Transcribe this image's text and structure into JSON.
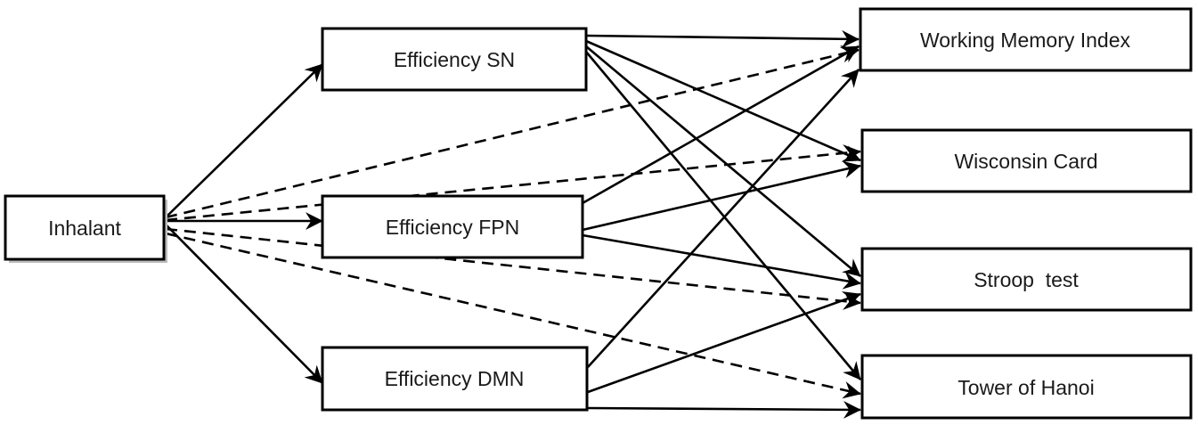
{
  "diagram": {
    "nodes": {
      "inhalant": "Inhalant",
      "sn": "Efficiency SN",
      "fpn": "Efficiency FPN",
      "dmn": "Efficiency DMN",
      "wmi": "Working Memory Index",
      "wcst": "Wisconsin Card",
      "stroop": "Stroop  test",
      "hanoi": "Tower of Hanoi"
    },
    "edges": [
      {
        "from": "inhalant",
        "to": "sn",
        "style": "solid"
      },
      {
        "from": "inhalant",
        "to": "fpn",
        "style": "solid"
      },
      {
        "from": "inhalant",
        "to": "dmn",
        "style": "solid"
      },
      {
        "from": "inhalant",
        "to": "wmi",
        "style": "dashed"
      },
      {
        "from": "inhalant",
        "to": "wcst",
        "style": "dashed"
      },
      {
        "from": "inhalant",
        "to": "stroop",
        "style": "dashed"
      },
      {
        "from": "inhalant",
        "to": "hanoi",
        "style": "dashed"
      },
      {
        "from": "sn",
        "to": "wmi",
        "style": "solid"
      },
      {
        "from": "sn",
        "to": "wcst",
        "style": "solid"
      },
      {
        "from": "sn",
        "to": "stroop",
        "style": "solid"
      },
      {
        "from": "sn",
        "to": "hanoi",
        "style": "solid"
      },
      {
        "from": "fpn",
        "to": "wmi",
        "style": "solid"
      },
      {
        "from": "fpn",
        "to": "wcst",
        "style": "solid"
      },
      {
        "from": "fpn",
        "to": "stroop",
        "style": "solid"
      },
      {
        "from": "dmn",
        "to": "wmi",
        "style": "solid"
      },
      {
        "from": "dmn",
        "to": "stroop",
        "style": "solid"
      },
      {
        "from": "dmn",
        "to": "hanoi",
        "style": "solid"
      }
    ]
  }
}
